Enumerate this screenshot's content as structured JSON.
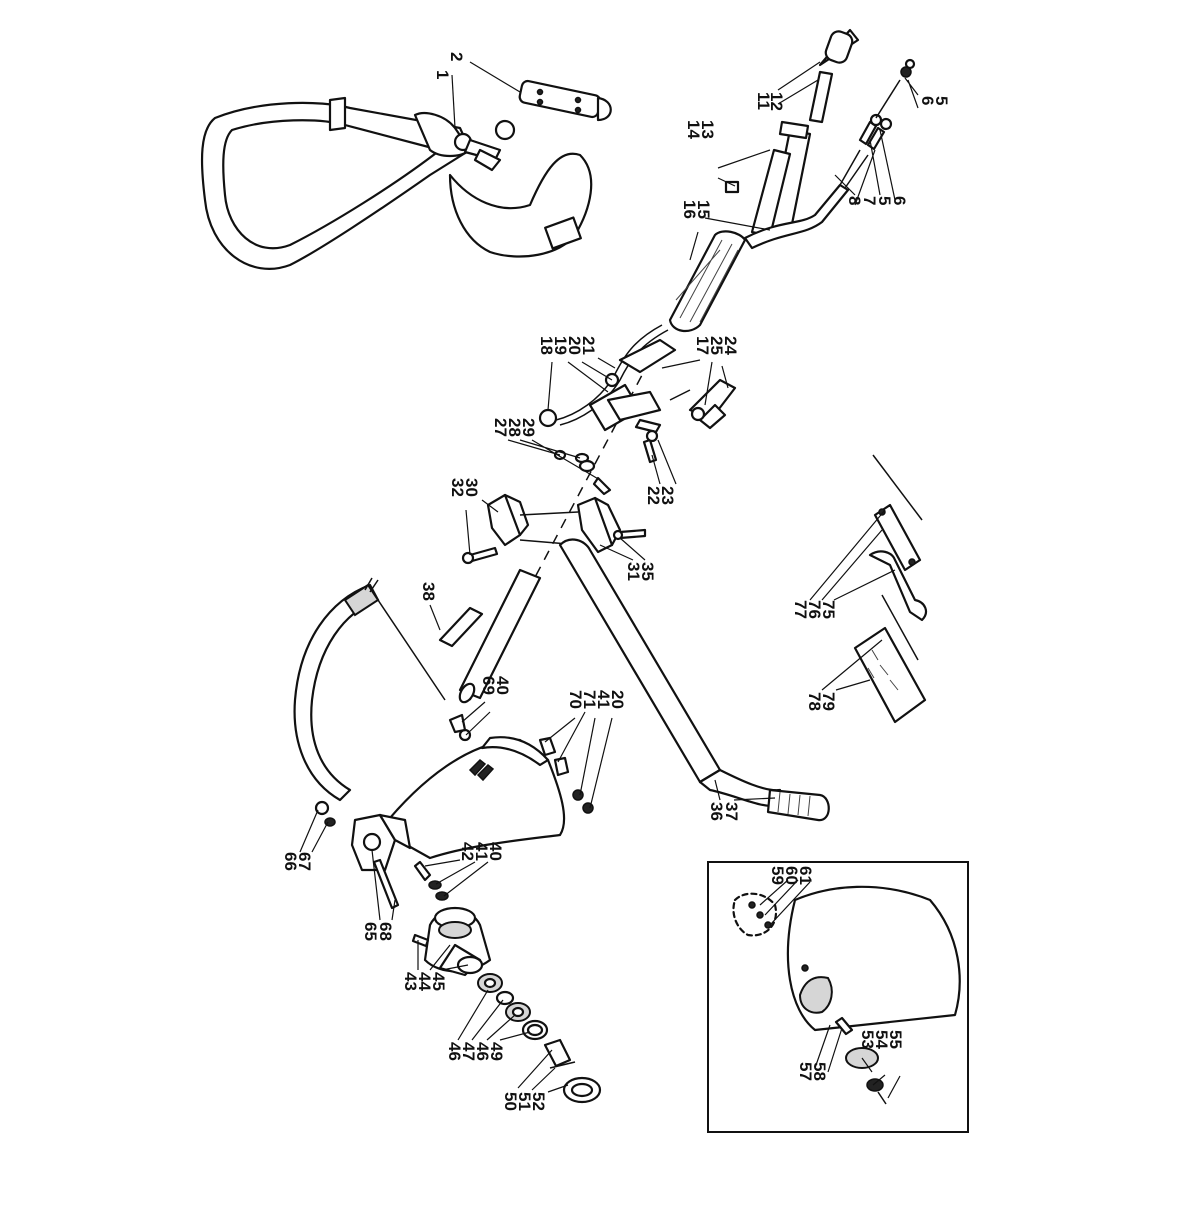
{
  "labels": {
    "l1": "1",
    "l2": "2",
    "l11": "11",
    "l12": "12",
    "l13": "13",
    "l14": "14",
    "l5a": "5",
    "l6a": "6",
    "l5b": "5",
    "l6b": "6",
    "l7": "7",
    "l8": "8",
    "l15": "15",
    "l16": "16",
    "l17": "17",
    "l24": "24",
    "l25": "25",
    "l18": "18",
    "l19": "19",
    "l20a": "20",
    "l21": "21",
    "l27": "27",
    "l28": "28",
    "l29": "29",
    "l22": "22",
    "l23": "23",
    "l30": "30",
    "l32": "32",
    "l31": "31",
    "l35": "35",
    "l38": "38",
    "l40a": "40",
    "l69": "69",
    "l70": "70",
    "l71": "71",
    "l41a": "41",
    "l20b": "20",
    "l36": "36",
    "l37": "37",
    "l66": "66",
    "l67": "67",
    "l40b": "40",
    "l41b": "41",
    "l42": "42",
    "l65": "65",
    "l68": "68",
    "l43": "43",
    "l44": "44",
    "l45": "45",
    "l46a": "46",
    "l47": "47",
    "l46b": "46",
    "l49": "49",
    "l50": "50",
    "l51": "51",
    "l52": "52",
    "l75": "75",
    "l76": "76",
    "l77": "77",
    "l78": "78",
    "l79": "79",
    "l59": "59",
    "l60": "60",
    "l61": "61",
    "l53": "53",
    "l54": "54",
    "l55": "55",
    "l57": "57",
    "l58": "58"
  }
}
